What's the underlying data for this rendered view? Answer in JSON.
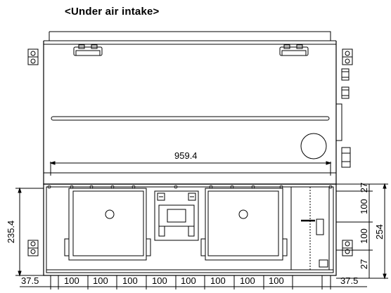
{
  "title": "<Under air intake>",
  "dimensions": {
    "overall_width": "959.4",
    "left_height": "235.4",
    "right_height": "254",
    "right_segments": [
      "27",
      "100",
      "100",
      "27"
    ],
    "bottom_segments": [
      "37.5",
      "100",
      "100",
      "100",
      "100",
      "100",
      "100",
      "100",
      "100",
      "37.5"
    ]
  },
  "colors": {
    "line": "#000000",
    "background": "#ffffff"
  }
}
